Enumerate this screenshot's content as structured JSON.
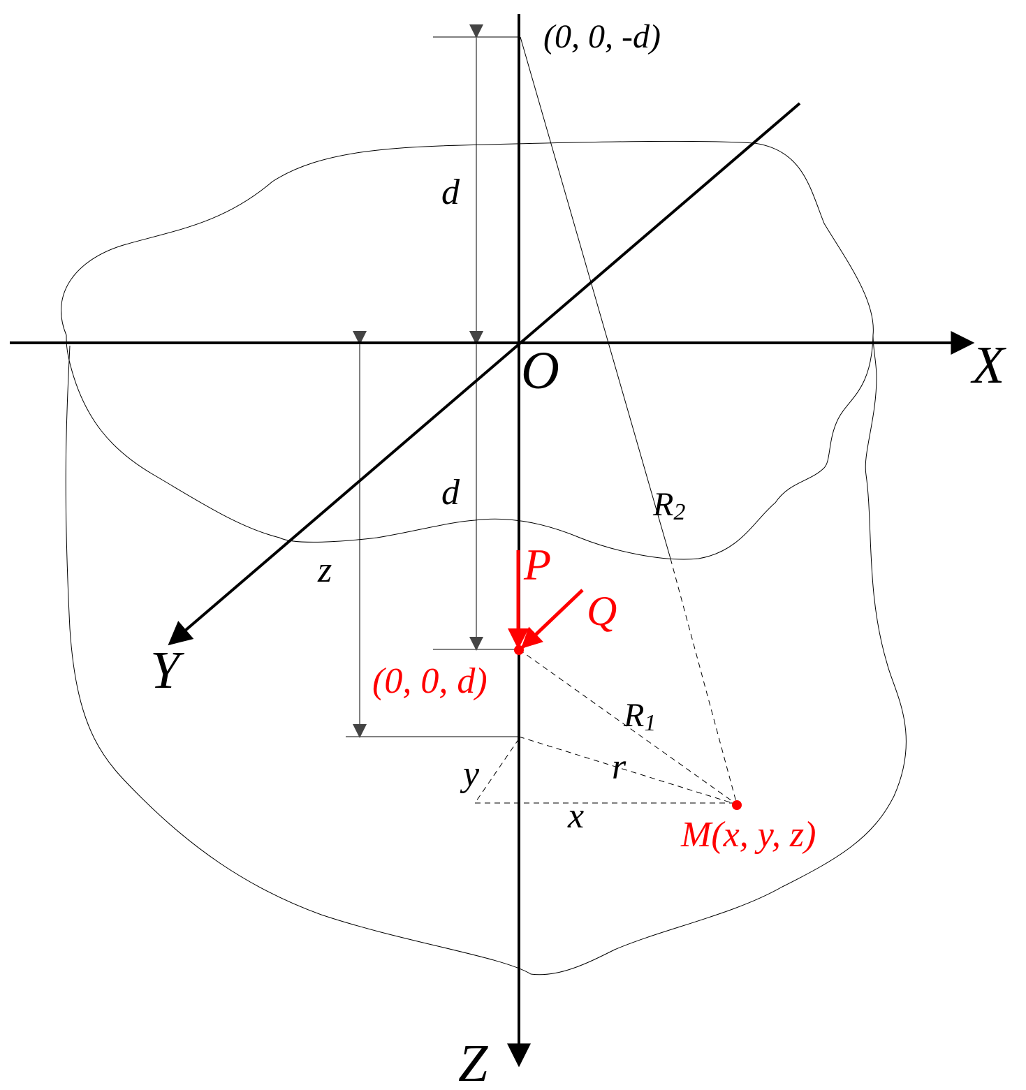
{
  "colors": {
    "black": "#000000",
    "red": "#ff0000",
    "dim_gray": "#444444"
  },
  "axes": {
    "x_label": "X",
    "y_label": "Y",
    "z_label": "Z",
    "origin_label": "O"
  },
  "points": {
    "image_point": "(0, 0, -d)",
    "source_point": "(0, 0, d)",
    "field_point": "M(x, y, z)"
  },
  "forces": {
    "vertical": "P",
    "horizontal": "Q"
  },
  "dimensions": {
    "upper_depth": "d",
    "lower_depth": "d",
    "depth_z": "z",
    "coord_x": "x",
    "coord_y": "y"
  },
  "distances": {
    "r": "r",
    "R1_main": "R",
    "R1_sub": "1",
    "R2_main": "R",
    "R2_sub": "2"
  }
}
